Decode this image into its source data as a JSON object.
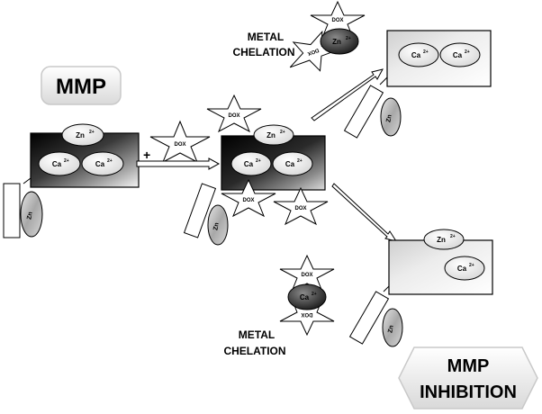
{
  "titles": {
    "mmp": "MMP",
    "mmp_inhibition_line1": "MMP",
    "mmp_inhibition_line2": "INHIBITION"
  },
  "labels": {
    "plus": "+",
    "metal_line1": "METAL",
    "metal_line2": "CHELATION",
    "dox": "DOX",
    "zn": "Zn",
    "ca": "Ca",
    "charge": "2+"
  },
  "colors": {
    "outline": "#000000",
    "dark_fill": "#111111",
    "light_fill": "#e6e6e6",
    "ion_fill": "#f2f2f2",
    "zn_domain_fill": "#cfcfcf"
  }
}
